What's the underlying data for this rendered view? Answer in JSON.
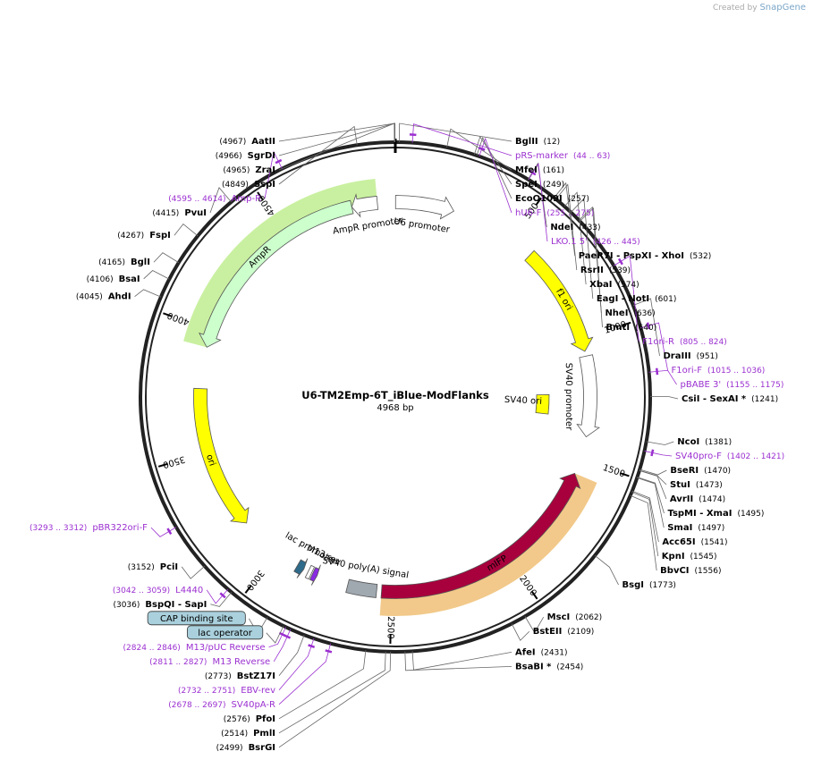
{
  "credit": {
    "prefix": "Created by",
    "brand": "SnapGene"
  },
  "plasmid": {
    "name": "U6-TM2Emp-6T_iBlue-ModFlanks",
    "length_label": "4968 bp",
    "length": 4968
  },
  "ticks": [
    {
      "pos": 500,
      "label": "500"
    },
    {
      "pos": 1000,
      "label": "1000"
    },
    {
      "pos": 1500,
      "label": "1500"
    },
    {
      "pos": 2000,
      "label": "2000"
    },
    {
      "pos": 2500,
      "label": "2500"
    },
    {
      "pos": 3000,
      "label": "3000"
    },
    {
      "pos": 3500,
      "label": "3500"
    },
    {
      "pos": 4000,
      "label": "4000"
    },
    {
      "pos": 4500,
      "label": "4500"
    }
  ],
  "features": [
    {
      "name": "U6 promoter",
      "start": 1,
      "end": 241,
      "color": "#ffffff",
      "dir": 1,
      "label": "U6 promoter"
    },
    {
      "name": "f1 ori",
      "start": 600,
      "end": 1055,
      "color": "#ffff00",
      "dir": 1,
      "label": "f1 ori"
    },
    {
      "name": "SV40 promoter",
      "start": 1075,
      "end": 1405,
      "color": "#ffffff",
      "dir": 1,
      "label": "SV40 promoter"
    },
    {
      "name": "mIFP",
      "start": 1560,
      "end": 2540,
      "color": "#a8003c",
      "dir": -1,
      "label": "mIFP"
    },
    {
      "name": "SV40 poly(A) signal",
      "start": 2560,
      "end": 2680,
      "color": "#a0a8b0",
      "dir": 0,
      "label": "SV40 poly(A) signal"
    },
    {
      "name": "M13 rev",
      "start": 2810,
      "end": 2830,
      "color": "#8a2be2",
      "dir": -1,
      "label": "M13 rev"
    },
    {
      "name": "lac operator",
      "start": 2835,
      "end": 2850,
      "color": "#ffffff",
      "dir": 0,
      "label": ""
    },
    {
      "name": "lac promoter",
      "start": 2870,
      "end": 2900,
      "color": "#2e6a8a",
      "dir": -1,
      "label": "lac promoter"
    },
    {
      "name": "ori",
      "start": 3170,
      "end": 3760,
      "color": "#ffff00",
      "dir": -1,
      "label": "ori"
    },
    {
      "name": "AmpR",
      "start": 3930,
      "end": 4790,
      "color": "#ccffcc",
      "dir": -1,
      "label": "AmpR"
    },
    {
      "name": "AmpR promoter",
      "start": 4790,
      "end": 4895,
      "color": "#ffffff",
      "dir": -1,
      "label": "AmpR promoter"
    }
  ],
  "inner_features": [
    {
      "name": "SV40 ori",
      "start": 1230,
      "end": 1330,
      "color": "#ffff00",
      "label": "SV40 ori"
    }
  ],
  "highlights": [
    {
      "start": 3930,
      "end": 4895,
      "color": "#c9f0a0"
    },
    {
      "start": 1560,
      "end": 2540,
      "color": "#f2c98a"
    }
  ],
  "sites": [
    {
      "pos": 12,
      "name": "BglII",
      "num": "(12)"
    },
    {
      "pos": 161,
      "name": "MfeI",
      "num": "(161)"
    },
    {
      "pos": 249,
      "name": "SpeI",
      "num": "(249)"
    },
    {
      "pos": 257,
      "name": "EcoO109I",
      "num": "(257)"
    },
    {
      "pos": 433,
      "name": "NdeI",
      "num": "(433)"
    },
    {
      "pos": 532,
      "name": "PaeR7I - PspXI - XhoI",
      "num": "(532)"
    },
    {
      "pos": 539,
      "name": "RsrII",
      "num": "(539)"
    },
    {
      "pos": 574,
      "name": "XbaI",
      "num": "(574)"
    },
    {
      "pos": 601,
      "name": "EagI - NotI",
      "num": "(601)"
    },
    {
      "pos": 636,
      "name": "NheI",
      "num": "(636)"
    },
    {
      "pos": 640,
      "name": "BmtI",
      "num": "(640)"
    },
    {
      "pos": 951,
      "name": "DraIII",
      "num": "(951)"
    },
    {
      "pos": 1241,
      "name": "CsiI - SexAI *",
      "num": "(1241)"
    },
    {
      "pos": 1381,
      "name": "NcoI",
      "num": "(1381)"
    },
    {
      "pos": 1470,
      "name": "BseRI",
      "num": "(1470)"
    },
    {
      "pos": 1473,
      "name": "StuI",
      "num": "(1473)"
    },
    {
      "pos": 1474,
      "name": "AvrII",
      "num": "(1474)"
    },
    {
      "pos": 1495,
      "name": "TspMI - XmaI",
      "num": "(1495)"
    },
    {
      "pos": 1497,
      "name": "SmaI",
      "num": "(1497)"
    },
    {
      "pos": 1541,
      "name": "Acc65I",
      "num": "(1541)"
    },
    {
      "pos": 1545,
      "name": "KpnI",
      "num": "(1545)"
    },
    {
      "pos": 1556,
      "name": "BbvCI",
      "num": "(1556)"
    },
    {
      "pos": 1773,
      "name": "BsgI",
      "num": "(1773)"
    },
    {
      "pos": 2062,
      "name": "MscI",
      "num": "(2062)"
    },
    {
      "pos": 2109,
      "name": "BstEII",
      "num": "(2109)"
    },
    {
      "pos": 2431,
      "name": "AfeI",
      "num": "(2431)"
    },
    {
      "pos": 2454,
      "name": "BsaBI *",
      "num": "(2454)"
    },
    {
      "pos": 2499,
      "name": "BsrGI",
      "num": "(2499)"
    },
    {
      "pos": 2514,
      "name": "PmlI",
      "num": "(2514)"
    },
    {
      "pos": 2576,
      "name": "PfoI",
      "num": "(2576)"
    },
    {
      "pos": 2773,
      "name": "BstZ17I",
      "num": "(2773)"
    },
    {
      "pos": 3036,
      "name": "BspQI - SapI",
      "num": "(3036)"
    },
    {
      "pos": 3152,
      "name": "PciI",
      "num": "(3152)"
    },
    {
      "pos": 4045,
      "name": "AhdI",
      "num": "(4045)"
    },
    {
      "pos": 4106,
      "name": "BsaI",
      "num": "(4106)"
    },
    {
      "pos": 4165,
      "name": "BglI",
      "num": "(4165)"
    },
    {
      "pos": 4267,
      "name": "FspI",
      "num": "(4267)"
    },
    {
      "pos": 4415,
      "name": "PvuI",
      "num": "(4415)"
    },
    {
      "pos": 4849,
      "name": "SspI",
      "num": "(4849)"
    },
    {
      "pos": 4965,
      "name": "ZraI",
      "num": "(4965)"
    },
    {
      "pos": 4966,
      "name": "SgrDI",
      "num": "(4966)"
    },
    {
      "pos": 4967,
      "name": "AatII",
      "num": "(4967)"
    }
  ],
  "primers": [
    {
      "pos": 53,
      "name": "pRS-marker",
      "num": "(44 .. 63)"
    },
    {
      "pos": 265,
      "name": "hU6-F",
      "num": "(255 .. 275)"
    },
    {
      "pos": 435,
      "name": "LKO.1 5'",
      "num": "(426 .. 445)"
    },
    {
      "pos": 814,
      "name": "F1ori-R",
      "num": "(805 .. 824)"
    },
    {
      "pos": 1025,
      "name": "F1ori-F",
      "num": "(1015 .. 1036)"
    },
    {
      "pos": 1165,
      "name": "pBABE 3'",
      "num": "(1155 .. 1175)"
    },
    {
      "pos": 1411,
      "name": "SV40pro-F",
      "num": "(1402 .. 1421)"
    },
    {
      "pos": 2687,
      "name": "SV40pA-R",
      "num": "(2678 .. 2697)"
    },
    {
      "pos": 2741,
      "name": "EBV-rev",
      "num": "(2732 .. 2751)"
    },
    {
      "pos": 2819,
      "name": "M13 Reverse",
      "num": "(2811 .. 2827)"
    },
    {
      "pos": 2835,
      "name": "M13/pUC Reverse",
      "num": "(2824 .. 2846)"
    },
    {
      "pos": 3050,
      "name": "L4440",
      "num": "(3042 .. 3059)"
    },
    {
      "pos": 3302,
      "name": "pBR322ori-F",
      "num": "(3293 .. 3312)"
    },
    {
      "pos": 4604,
      "name": "Amp-R",
      "num": "(4595 .. 4614)"
    }
  ],
  "boxed_labels": [
    {
      "pos": 2900,
      "text": "CAP binding site"
    },
    {
      "pos": 2843,
      "text": "lac operator"
    }
  ],
  "colors": {
    "primer": "#9b30d0",
    "backbone": "#222222",
    "box_fill": "#a9d0dc"
  }
}
